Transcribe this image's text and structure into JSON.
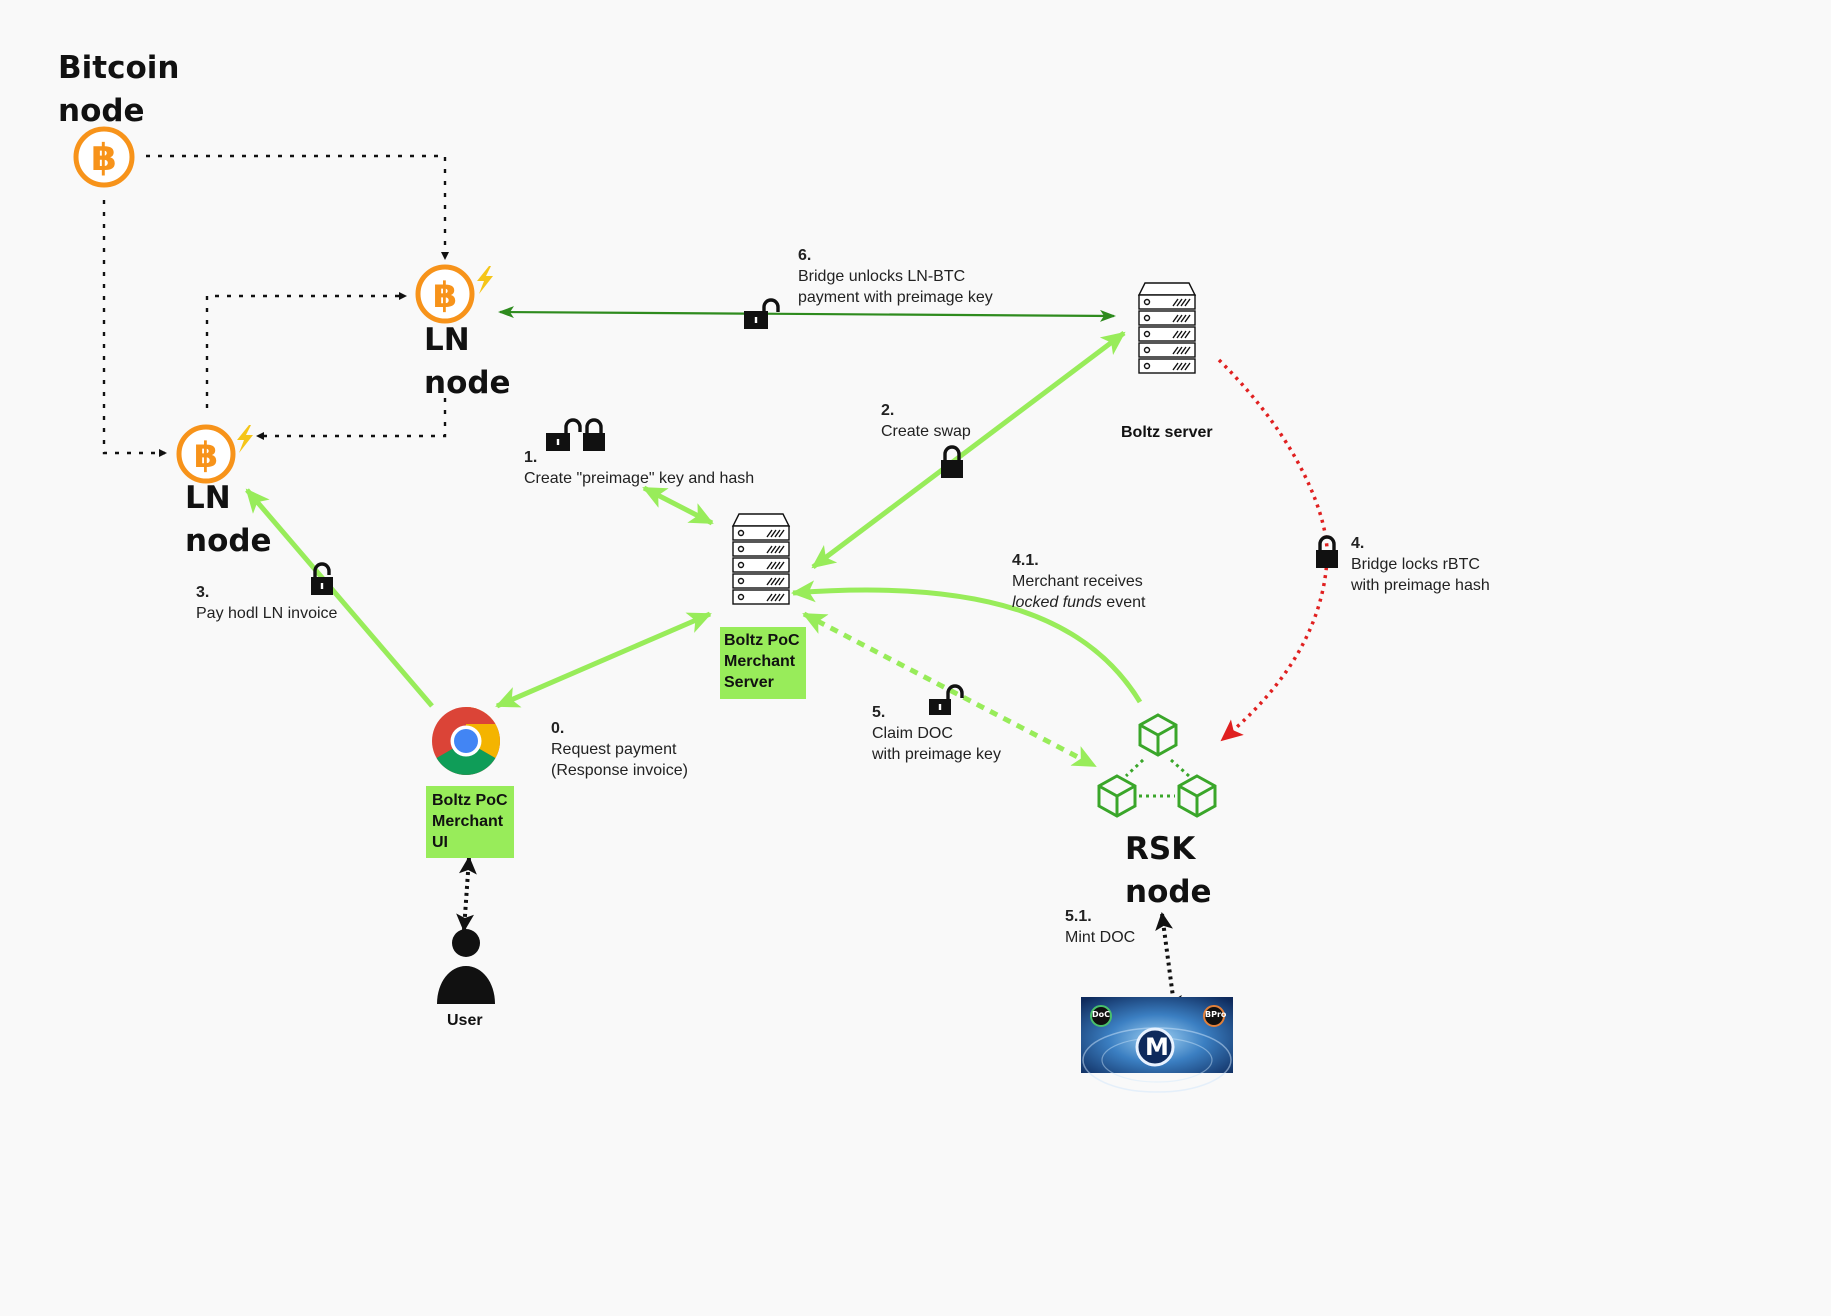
{
  "nodes": {
    "bitcoin_node": [
      "Bitcoin",
      "node"
    ],
    "ln_node_top": [
      "LN",
      "node"
    ],
    "ln_node_left": [
      "LN",
      "node"
    ],
    "rsk_node": [
      "RSK",
      "node"
    ],
    "boltz_server": "Boltz server",
    "merchant_server": [
      "Boltz PoC",
      "Merchant",
      "Server"
    ],
    "merchant_ui": [
      "Boltz PoC",
      "Merchant",
      "UI"
    ],
    "user": "User"
  },
  "steps": {
    "s0": {
      "num": "0.",
      "lines": [
        "Request payment",
        "(Response invoice)"
      ]
    },
    "s1": {
      "num": "1.",
      "lines": [
        "Create \"preimage\" key and hash"
      ]
    },
    "s2": {
      "num": "2.",
      "lines": [
        "Create swap"
      ]
    },
    "s3": {
      "num": "3.",
      "lines": [
        "Pay hodl LN invoice"
      ]
    },
    "s4": {
      "num": "4.",
      "lines": [
        "Bridge locks rBTC",
        "with preimage hash"
      ]
    },
    "s41": {
      "num": "4.1.",
      "line1": "Merchant receives",
      "line2_italic": "locked funds",
      "line2_rest": " event"
    },
    "s5": {
      "num": "5.",
      "lines": [
        "Claim DOC",
        "with preimage key"
      ]
    },
    "s51": {
      "num": "5.1.",
      "lines": [
        "Mint DOC"
      ]
    },
    "s6": {
      "num": "6.",
      "lines": [
        "Bridge unlocks LN-BTC",
        "payment with preimage key"
      ]
    }
  },
  "money_on_chain_logo": {
    "badge_left": "DoC",
    "badge_right": "BPro",
    "center": "M"
  },
  "colors": {
    "bitcoin_orange": "#f7931a",
    "lightning_yellow": "#f5c518",
    "green_flow": "#98ec5a",
    "dark_green": "#2e8b1e",
    "rsk_green": "#3aa62a",
    "red_flow": "#e02020",
    "label_box": "#98ec5a"
  },
  "icons": [
    "bitcoin-icon",
    "lightning-icon",
    "server-icon",
    "chrome-icon",
    "lock-icon",
    "unlock-icon",
    "rsk-cubes-icon",
    "user-icon",
    "money-on-chain-logo"
  ]
}
